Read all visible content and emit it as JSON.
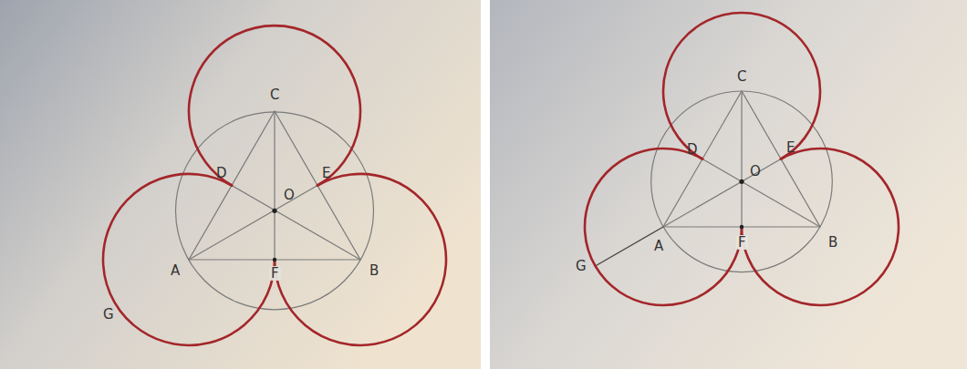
{
  "diagram": {
    "labels": [
      "C",
      "D",
      "E",
      "O",
      "A",
      "F",
      "B",
      "G",
      "C",
      "D",
      "E",
      "O",
      "A",
      "F",
      "B",
      "G"
    ]
  }
}
